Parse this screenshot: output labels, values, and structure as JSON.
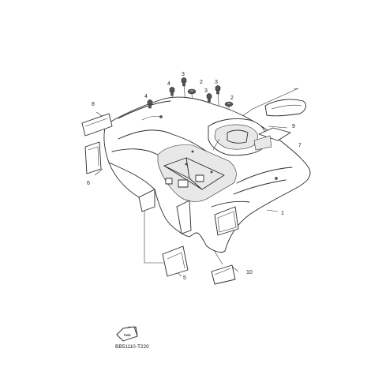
{
  "diagram": {
    "callouts": [
      "1",
      "2",
      "2",
      "3",
      "3",
      "3",
      "4",
      "4",
      "5",
      "6",
      "7",
      "8",
      "9",
      "10"
    ],
    "fwd_label": "FWD",
    "drawing_code": "BB51110-T220"
  }
}
